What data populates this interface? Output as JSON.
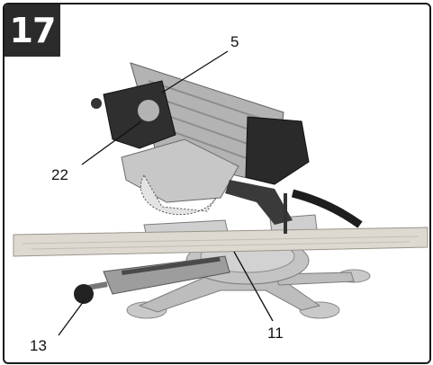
{
  "figure": {
    "number": "17"
  },
  "callouts": [
    {
      "label": "5"
    },
    {
      "label": "22"
    },
    {
      "label": "11"
    },
    {
      "label": "13"
    }
  ],
  "colors": {
    "badge": "#2b2b2b",
    "border": "#1a1a1a",
    "wood": "#d9d6cf",
    "metal": "#b8b8b8",
    "dark": "#2a2a2a"
  }
}
